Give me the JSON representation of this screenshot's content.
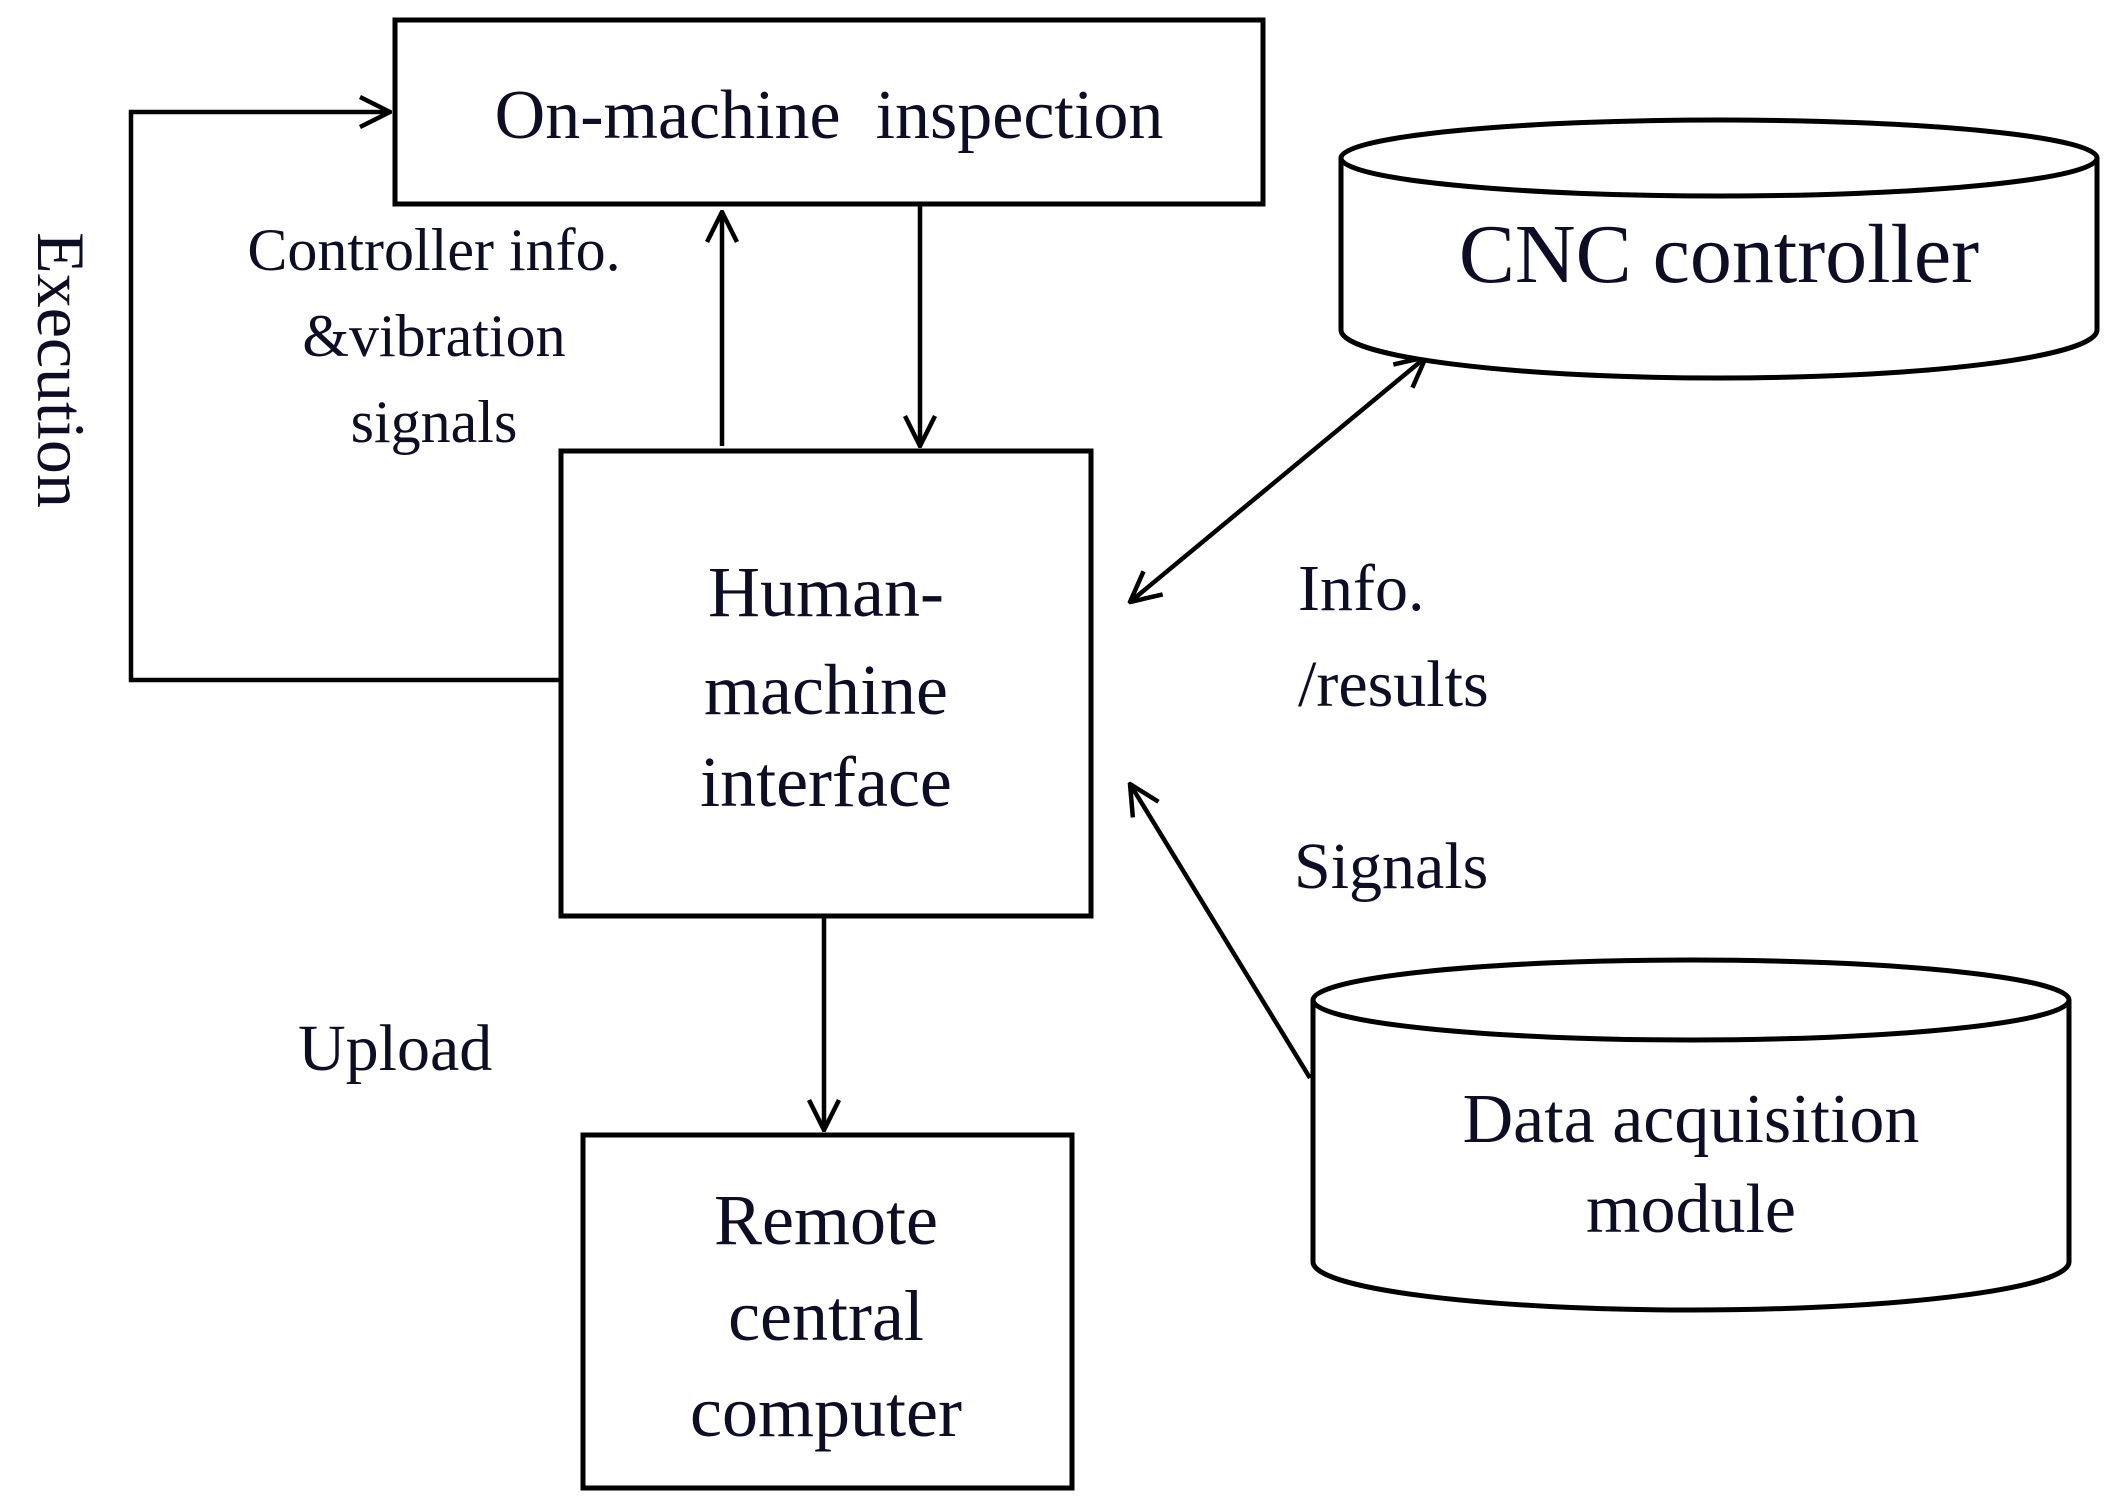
{
  "nodes": {
    "on_machine_inspection": "On-machine  inspection",
    "cnc_controller": "CNC controller",
    "hmi": [
      "Human-",
      "machine",
      "interface"
    ],
    "remote_computer": [
      "Remote",
      "central",
      "computer"
    ],
    "data_acquisition": [
      "Data acquisition",
      "module"
    ]
  },
  "edge_labels": {
    "execution": "Execution",
    "controller_info": [
      "Controller info.",
      "&vibration",
      "signals"
    ],
    "info_results": [
      "Info.",
      "/results"
    ],
    "signals": "Signals",
    "upload": "Upload"
  },
  "colors": {
    "text": "#0d0d26",
    "stroke": "#000000",
    "background": "#ffffff"
  }
}
